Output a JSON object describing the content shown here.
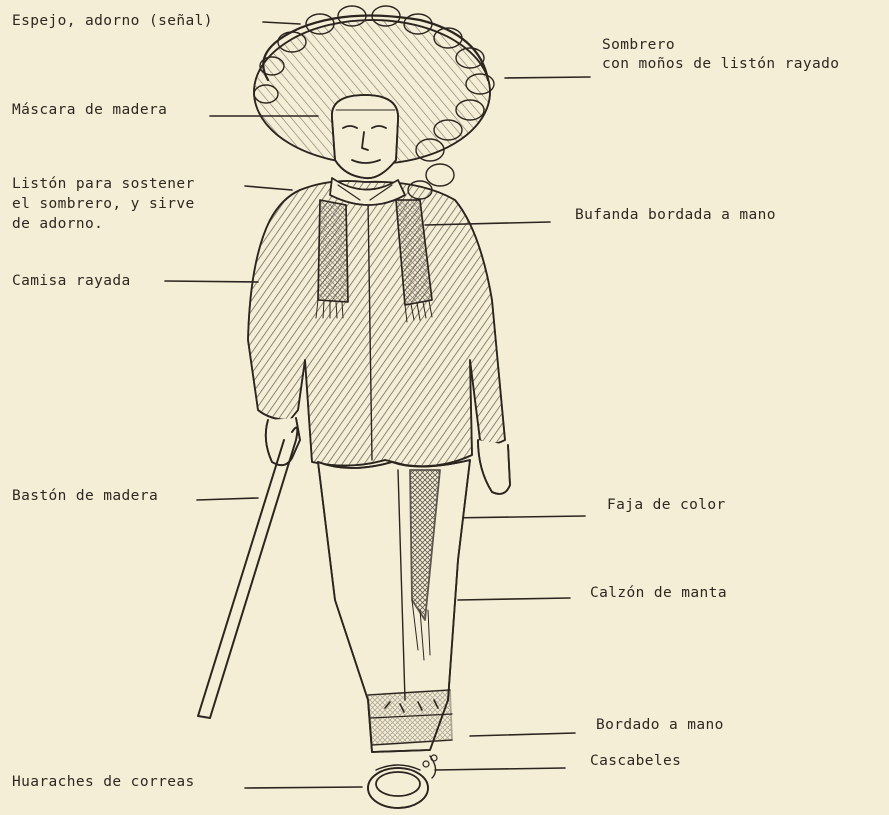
{
  "labels": {
    "espejo": "Espejo, adorno (señal)",
    "sombrero_1": "Sombrero",
    "sombrero_2": "con moños de listón rayado",
    "mascara": "Máscara de madera",
    "liston_1": "Listón para sostener",
    "liston_2": "el sombrero, y sirve",
    "liston_3": "de adorno.",
    "bufanda": "Bufanda bordada a mano",
    "camisa": "Camisa rayada",
    "baston": "Bastón de madera",
    "faja": "Faja de color",
    "calzon": "Calzón de manta",
    "bordado": "Bordado a mano",
    "cascabeles": "Cascabeles",
    "huaraches": "Huaraches de correas"
  },
  "colors": {
    "background": "#f5eed6",
    "ink": "#2b2520"
  }
}
